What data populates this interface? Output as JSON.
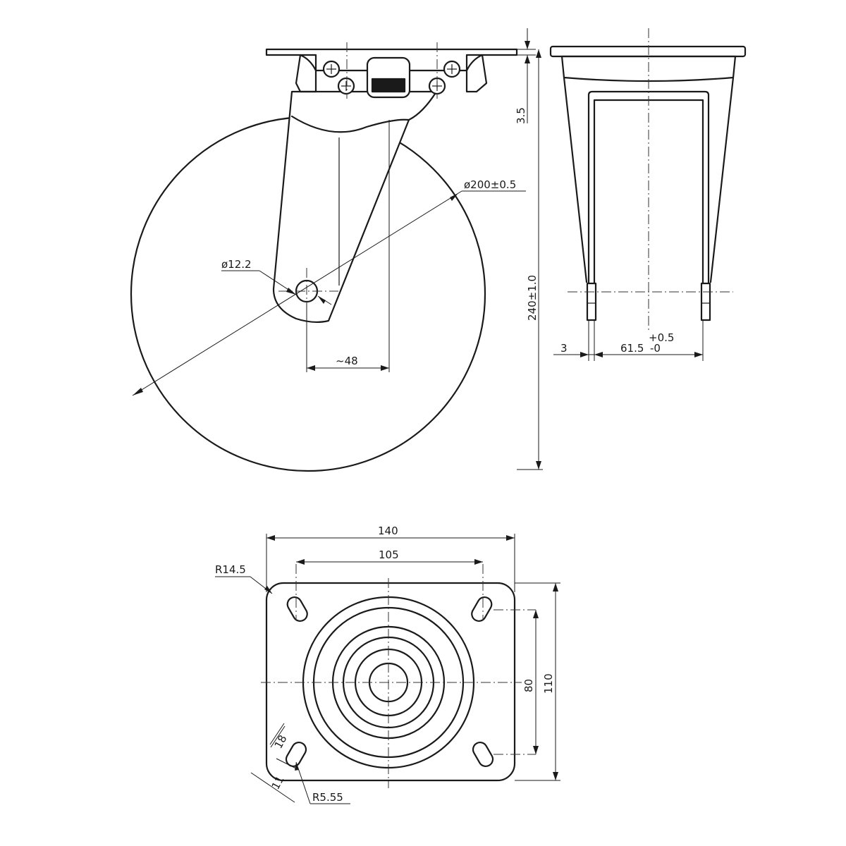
{
  "dimensions": {
    "wheel_diameter": "ø200±0.5",
    "axle_diameter": "ø12.2",
    "offset": "~48",
    "plate_thickness": "3.5",
    "overall_height": "240±1.0",
    "wheel_side": "3",
    "fork_width": "61.5",
    "fork_tol_upper": "+0.5",
    "fork_tol_lower": "-0",
    "plate_width": "140",
    "hole_spacing_x": "105",
    "hole_spacing_y": "80",
    "plate_height": "110",
    "corner_radius": "R14.5",
    "slot_length": "18",
    "slot_width": "11",
    "slot_radius": "R5.55"
  }
}
